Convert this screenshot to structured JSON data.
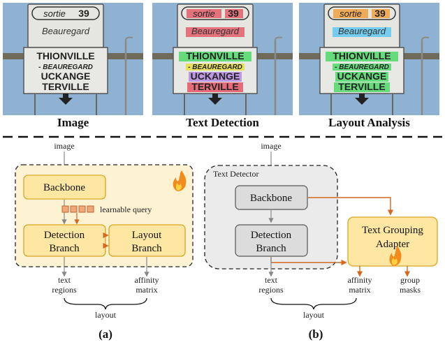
{
  "panels": [
    {
      "caption": "Image",
      "sign": {
        "exit_label": "sortie",
        "exit_number": "39",
        "top_line": "Beauregard",
        "lines": [
          "THIONVILLE",
          "- BEAUREGARD",
          "UCKANGE",
          "TERVILLE"
        ]
      }
    },
    {
      "caption": "Text Detection"
    },
    {
      "caption": "Layout Analysis"
    }
  ],
  "diagram_a": {
    "input_label": "image",
    "backbone_label": "Backbone",
    "query_label": "learnable query",
    "detection_label_1": "Detection",
    "detection_label_2": "Branch",
    "layout_label_1": "Layout",
    "layout_label_2": "Branch",
    "out1_line1": "text",
    "out1_line2": "regions",
    "out2_line1": "affinity",
    "out2_line2": "matrix",
    "group_label": "layout",
    "panel_label": "(a)"
  },
  "diagram_b": {
    "input_label": "image",
    "detector_label": "Text Detector",
    "backbone_label": "Backbone",
    "detection_label_1": "Detection",
    "detection_label_2": "Branch",
    "adapter_label_1": "Text Grouping",
    "adapter_label_2": "Adapter",
    "out1_line1": "text",
    "out1_line2": "regions",
    "out2_line1": "affinity",
    "out2_line2": "matrix",
    "out3_line1": "group",
    "out3_line2": "masks",
    "group_label": "layout",
    "panel_label": "(b)"
  },
  "colors": {
    "trainable_fill": "#fde7a3",
    "trainable_stroke": "#d9a520",
    "frozen_fill": "#dcdcdc",
    "arrow_orange": "#d2691e",
    "sky": "#8fb2d3",
    "sign_white": "#e8e8e4"
  },
  "icons": [
    "fire-icon"
  ]
}
